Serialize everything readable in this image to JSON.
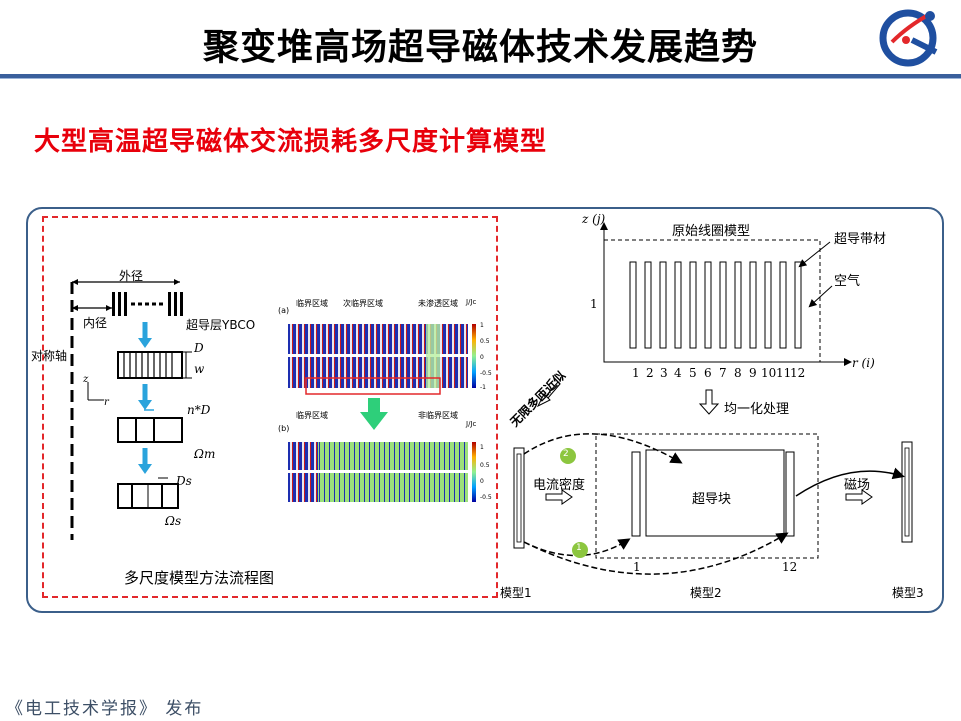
{
  "title": "聚变堆高场超导磁体技术发展趋势",
  "subtitle": "大型高温超导磁体交流损耗多尺度计算模型",
  "footer": "《电工技术学报》 发布",
  "colors": {
    "title_bar": "#3a5f9c",
    "subtitle": "#e8000b",
    "panel_border": "#3b5f8a",
    "dashed_border": "#e3282b",
    "arrow_blue": "#2aa3dc",
    "arrow_green": "#2ecf7a"
  },
  "left_diagram": {
    "caption": "多尺度模型方法流程图",
    "outer_diameter": "外径",
    "inner_diameter": "内径",
    "ybco": "超导层YBCO",
    "axis": "对称轴",
    "d": "D",
    "w": "w",
    "nd": "n*D",
    "omega_m": "Ωm",
    "ds": "Ds",
    "omega_s": "Ωs",
    "z": "z",
    "r": "r"
  },
  "heatmaps": {
    "a": {
      "tag": "(a)",
      "labels": [
        "临界区域",
        "次临界区域",
        "未渗透区域"
      ]
    },
    "b": {
      "tag": "(b)",
      "labels": [
        "临界区域",
        "非临界区域"
      ]
    },
    "colorbar_label": "J/Jc",
    "ticks": [
      "1",
      "0.5",
      "0",
      "-0.5",
      "-1"
    ]
  },
  "right_diagram": {
    "z_axis": "z (j)",
    "r_axis": "r (i)",
    "original_model": "原始线圈模型",
    "tape": "超导带材",
    "air": "空气",
    "one": "1",
    "r_ticks": [
      "1",
      "2",
      "3",
      "4",
      "5",
      "6",
      "7",
      "8",
      "9",
      "10",
      "11",
      "12"
    ],
    "homogenize": "均一化处理",
    "approx": "无限多匝近似",
    "current_density": "电流密度",
    "block": "超导块",
    "field": "磁场",
    "model1": "模型1",
    "model2": "模型2",
    "model3": "模型3",
    "step1": "1",
    "step2": "2",
    "idx1": "1",
    "idx12": "12"
  }
}
